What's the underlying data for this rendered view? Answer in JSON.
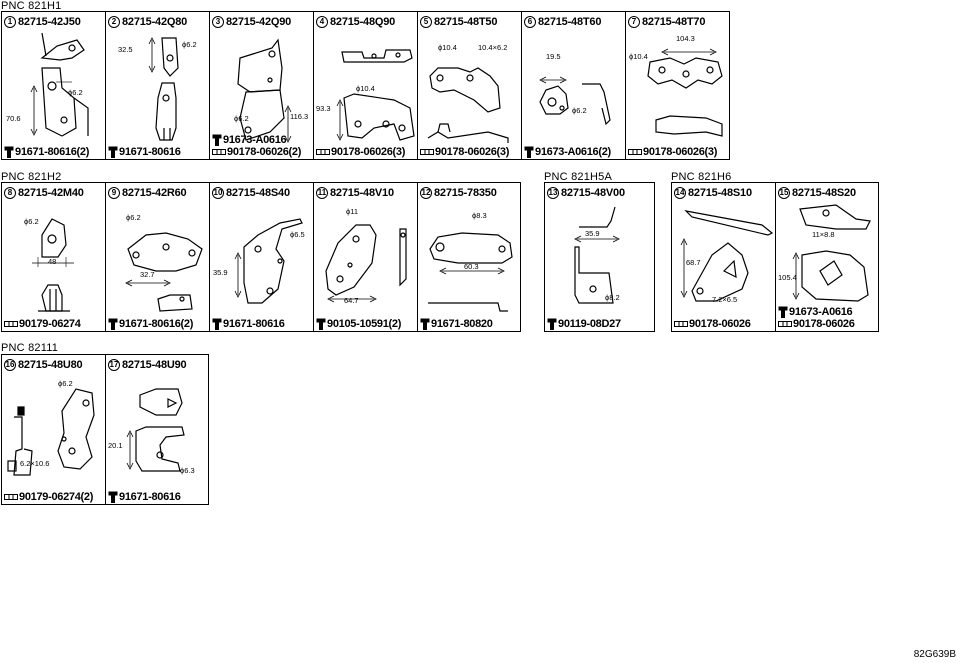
{
  "sections": {
    "h1": {
      "title": "PNC 821H1"
    },
    "h2": {
      "title": "PNC 821H2"
    },
    "h5a": {
      "title": "PNC 821H5A"
    },
    "h6": {
      "title": "PNC 821H6"
    },
    "s111": {
      "title": "PNC 82111"
    }
  },
  "cells": {
    "c1": {
      "num": "1",
      "part": "82715-42J50",
      "dims": [
        "ϕ6.2",
        "70.6"
      ],
      "fasteners": [
        "91671-80616(2)"
      ]
    },
    "c2": {
      "num": "2",
      "part": "82715-42Q80",
      "dims": [
        "32.5",
        "ϕ6.2"
      ],
      "fasteners": [
        "91671-80616"
      ]
    },
    "c3": {
      "num": "3",
      "part": "82715-42Q90",
      "dims": [
        "ϕ6.2",
        "116.3"
      ],
      "fasteners": [
        "91673-A0616",
        "90178-06026(2)"
      ]
    },
    "c4": {
      "num": "4",
      "part": "82715-48Q90",
      "dims": [
        "ϕ10.4",
        "93.3"
      ],
      "fasteners": [
        "90178-06026(3)"
      ]
    },
    "c5": {
      "num": "5",
      "part": "82715-48T50",
      "dims": [
        "ϕ10.4",
        "10.4×6.2"
      ],
      "fasteners": [
        "90178-06026(3)"
      ]
    },
    "c6": {
      "num": "6",
      "part": "82715-48T60",
      "dims": [
        "19.5",
        "ϕ6.2"
      ],
      "fasteners": [
        "91673-A0616(2)"
      ]
    },
    "c7": {
      "num": "7",
      "part": "82715-48T70",
      "dims": [
        "104.3",
        "ϕ10.4"
      ],
      "fasteners": [
        "90178-06026(3)"
      ]
    },
    "c8": {
      "num": "8",
      "part": "82715-42M40",
      "dims": [
        "ϕ6.2",
        "48"
      ],
      "fasteners": [
        "90179-06274"
      ]
    },
    "c9": {
      "num": "9",
      "part": "82715-42R60",
      "dims": [
        "ϕ6.2",
        "32.7"
      ],
      "fasteners": [
        "91671-80616(2)"
      ]
    },
    "c10": {
      "num": "10",
      "part": "82715-48S40",
      "dims": [
        "ϕ6.5",
        "35.9"
      ],
      "fasteners": [
        "91671-80616"
      ]
    },
    "c11": {
      "num": "11",
      "part": "82715-48V10",
      "dims": [
        "ϕ11",
        "64.7"
      ],
      "fasteners": [
        "90105-10591(2)"
      ]
    },
    "c12": {
      "num": "12",
      "part": "82715-78350",
      "dims": [
        "ϕ8.3",
        "60.3"
      ],
      "fasteners": [
        "91671-80820"
      ]
    },
    "c13": {
      "num": "13",
      "part": "82715-48V00",
      "dims": [
        "35.9",
        "ϕ8.2"
      ],
      "fasteners": [
        "90119-08D27"
      ]
    },
    "c14": {
      "num": "14",
      "part": "82715-48S10",
      "dims": [
        "68.7",
        "7.2×6.5"
      ],
      "fasteners": [
        "90178-06026"
      ]
    },
    "c15": {
      "num": "15",
      "part": "82715-48S20",
      "dims": [
        "11×8.8",
        "105.4"
      ],
      "fasteners": [
        "91673-A0616",
        "90178-06026"
      ]
    },
    "c16": {
      "num": "16",
      "part": "82715-48U80",
      "dims": [
        "ϕ6.2",
        "6.2×10.6"
      ],
      "fasteners": [
        "90179-06274(2)"
      ]
    },
    "c17": {
      "num": "17",
      "part": "82715-48U90",
      "dims": [
        "20.1",
        "ϕ6.3"
      ],
      "fasteners": [
        "91671-80616"
      ]
    }
  },
  "diagram_code": "82G639B"
}
